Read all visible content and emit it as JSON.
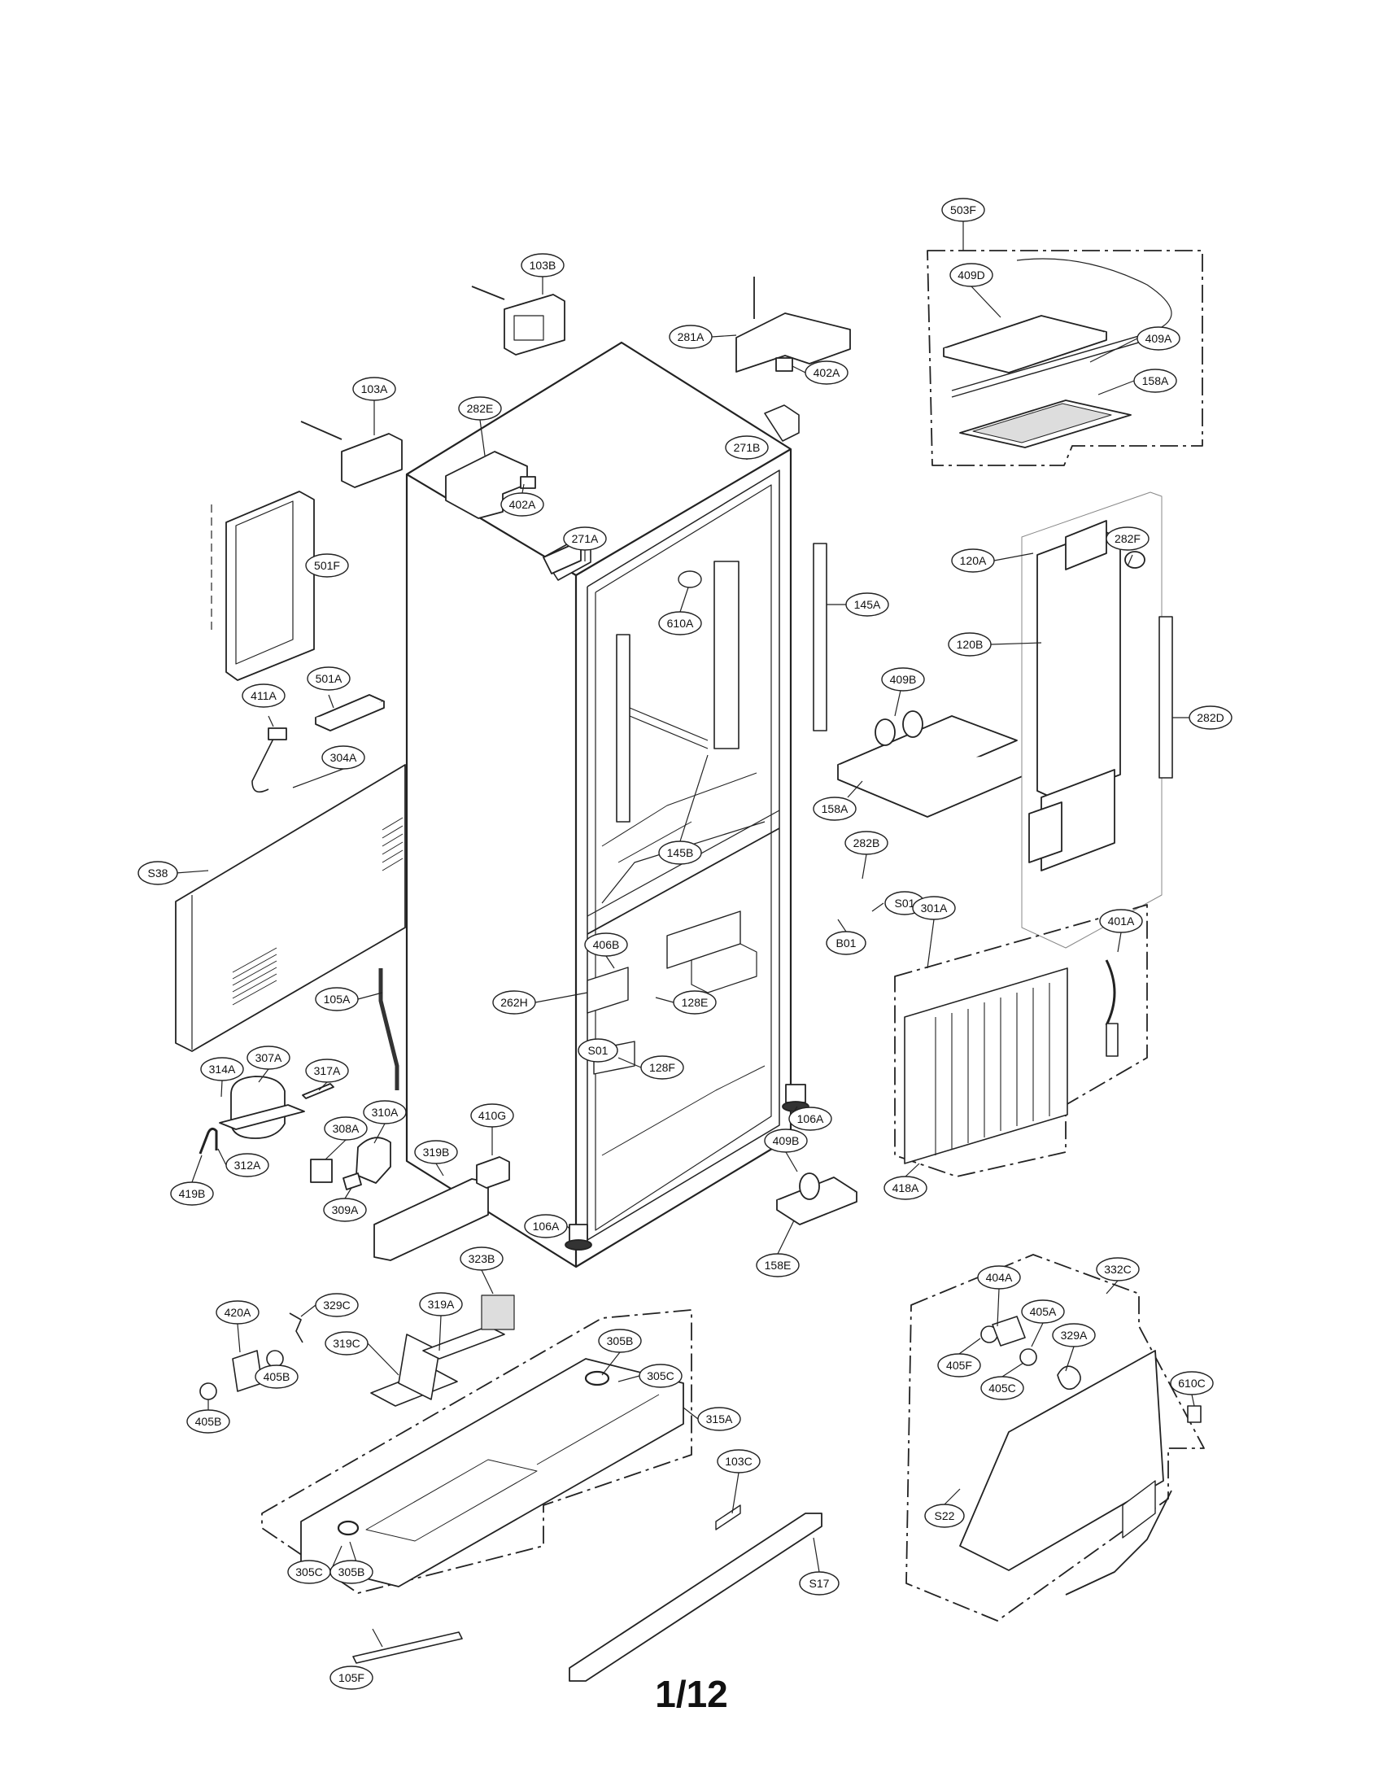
{
  "page": {
    "number": "1/12"
  },
  "parts": [
    {
      "id": "503F"
    },
    {
      "id": "409D"
    },
    {
      "id": "409A"
    },
    {
      "id": "158A"
    },
    {
      "id": "103B"
    },
    {
      "id": "281A"
    },
    {
      "id": "402A"
    },
    {
      "id": "103A"
    },
    {
      "id": "282E"
    },
    {
      "id": "402A"
    },
    {
      "id": "271B"
    },
    {
      "id": "271A"
    },
    {
      "id": "501F"
    },
    {
      "id": "610A"
    },
    {
      "id": "145A"
    },
    {
      "id": "120A"
    },
    {
      "id": "282F"
    },
    {
      "id": "120B"
    },
    {
      "id": "501A"
    },
    {
      "id": "411A"
    },
    {
      "id": "409B"
    },
    {
      "id": "282D"
    },
    {
      "id": "304A"
    },
    {
      "id": "158A"
    },
    {
      "id": "145B"
    },
    {
      "id": "S38"
    },
    {
      "id": "282B"
    },
    {
      "id": "S01"
    },
    {
      "id": "B01"
    },
    {
      "id": "301A"
    },
    {
      "id": "401A"
    },
    {
      "id": "406B"
    },
    {
      "id": "262H"
    },
    {
      "id": "128E"
    },
    {
      "id": "105A"
    },
    {
      "id": "S01"
    },
    {
      "id": "128F"
    },
    {
      "id": "314A"
    },
    {
      "id": "307A"
    },
    {
      "id": "317A"
    },
    {
      "id": "410G"
    },
    {
      "id": "106A"
    },
    {
      "id": "310A"
    },
    {
      "id": "308A"
    },
    {
      "id": "409B"
    },
    {
      "id": "418A"
    },
    {
      "id": "312A"
    },
    {
      "id": "319B"
    },
    {
      "id": "419B"
    },
    {
      "id": "309A"
    },
    {
      "id": "106A"
    },
    {
      "id": "158E"
    },
    {
      "id": "323B"
    },
    {
      "id": "332C"
    },
    {
      "id": "329C"
    },
    {
      "id": "404A"
    },
    {
      "id": "420A"
    },
    {
      "id": "319A"
    },
    {
      "id": "405A"
    },
    {
      "id": "319C"
    },
    {
      "id": "305B"
    },
    {
      "id": "405F"
    },
    {
      "id": "329A"
    },
    {
      "id": "405B"
    },
    {
      "id": "305C"
    },
    {
      "id": "405C"
    },
    {
      "id": "610C"
    },
    {
      "id": "405B"
    },
    {
      "id": "315A"
    },
    {
      "id": "103C"
    },
    {
      "id": "S22"
    },
    {
      "id": "305C"
    },
    {
      "id": "305B"
    },
    {
      "id": "S17"
    },
    {
      "id": "105F"
    }
  ]
}
